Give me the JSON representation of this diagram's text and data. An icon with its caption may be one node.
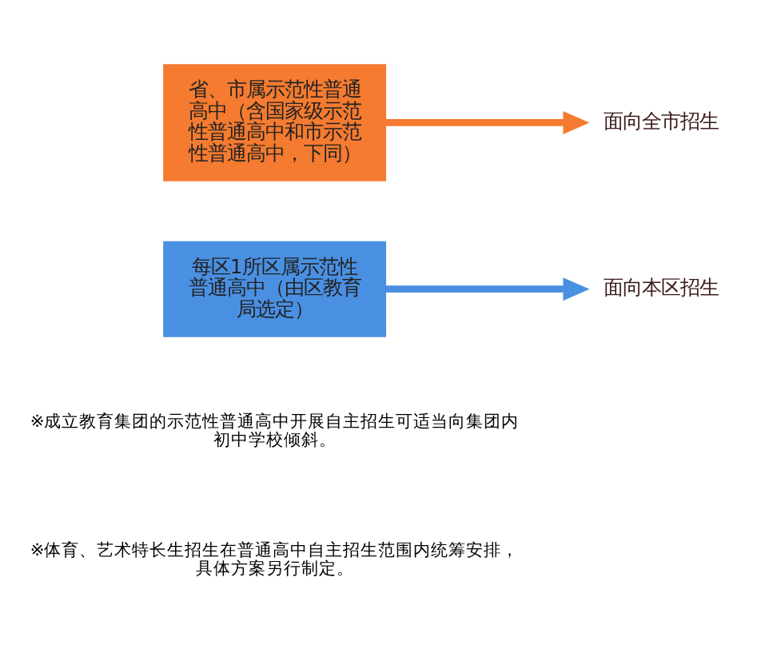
{
  "diagram": {
    "nodes": [
      {
        "text": [
          "省、市属示范性普通高中（含国家级示范性普通高中和市示范性普通高中，下同）"
        ]
      },
      {
        "text": [
          "面向全市招生"
        ]
      },
      {
        "text": [
          "每区1所区属示范性普通高中（由区教育局选定）"
        ]
      },
      {
        "text": [
          "面向本区招生"
        ]
      }
    ],
    "edges": [
      {
        "from": 0,
        "to": 1,
        "arrow": "to",
        "color": "#f47b30"
      },
      {
        "from": 2,
        "to": 3,
        "arrow": "to",
        "color": "#4a90e2"
      }
    ],
    "labels": [
      "※成立教育集团的示范性普通高中开展自主招生可适当向集团内初中学校倾斜。",
      "※体育、艺术特长生招生在普通高中自主招生范围内统筹安排，具体方案另行制定。"
    ]
  }
}
